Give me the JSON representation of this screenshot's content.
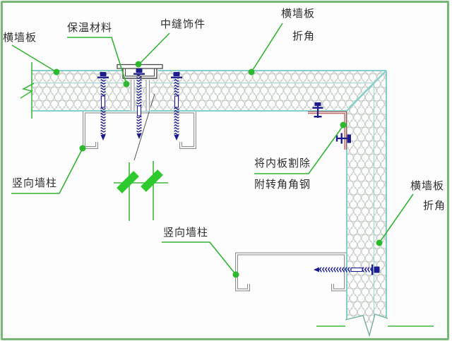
{
  "labels": {
    "panel_top_left": "横墙板",
    "insulation": "保温材料",
    "seam_trim": "中缝饰件",
    "fold_top_right_1": "横墙板",
    "fold_top_right_2": "折角",
    "stud_left": "竖向墙柱",
    "corner_note_1": "将内板割除",
    "corner_note_2": "附转角角钢",
    "fold_right_1": "横墙板",
    "fold_right_2": "折角",
    "stud_bottom": "竖向墙柱"
  },
  "colors": {
    "border_green": "#76b876",
    "leader_green": "#33b433",
    "slash_green": "#2dc92d",
    "panel_edge_cyan": "#86cfcb",
    "screw_navy": "#1c1c8f",
    "angle_red": "#b25555",
    "channel_gray": "#8f8f8f",
    "text": "#2e2e2e"
  }
}
